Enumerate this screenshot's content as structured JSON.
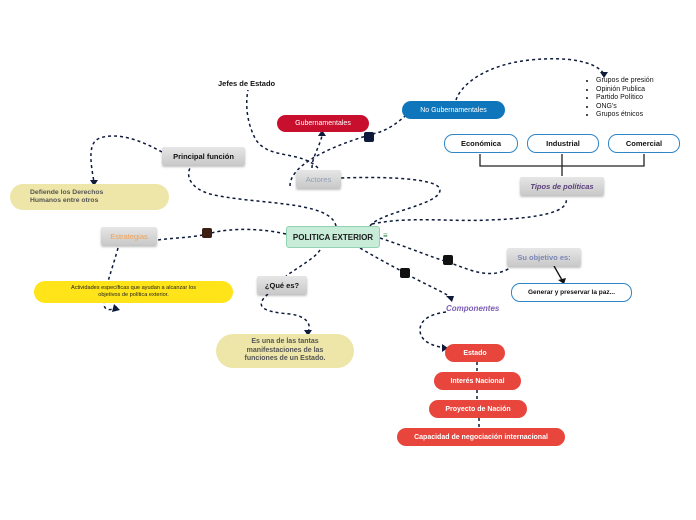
{
  "central": {
    "label": "POLITICA EXTERIOR",
    "note_icon": "≡"
  },
  "actores": {
    "label": "Actores",
    "jefes": "Jefes de Estado",
    "gubernamentales": "Gubernamentales",
    "no_gubernamentales": "No Gubernamentales",
    "ngo_list": [
      "Grupos de presión",
      "Opinión Publica",
      "Partido Político",
      "ONG's",
      "Grupos étnicos"
    ]
  },
  "tipos": {
    "label": "Tipos de políticas",
    "items": [
      "Económica",
      "Industrial",
      "Comercial"
    ]
  },
  "objetivo": {
    "label": "Su objetivo es:",
    "text": "Generar y preservar la paz..."
  },
  "componentes": {
    "label": "Componentes",
    "items": [
      "Estado",
      "Interés Nacional",
      "Proyecto de Nación",
      "Capacidad de negociación internacional"
    ]
  },
  "que_es": {
    "label": "¿Qué es?",
    "text": "Es una de las tantas manifestaciones de las funciones de un Estado."
  },
  "estrategias": {
    "label": "Estrategias",
    "text": "Actividades específicas que ayudan a alcanzar los objetivos de política exterior."
  },
  "principal": {
    "label": "Principal función",
    "text": "Defiende los Derechos Humanos entre otros"
  },
  "colors": {
    "central_bg": "#c9ecd9",
    "central_border": "#8fd3b0",
    "gubernamentales": "#c8102e",
    "no_gubernamentales": "#0f76bc",
    "outline": "#2f86c6",
    "componente": "#e8453c",
    "yellow": "#ffe41a",
    "beige": "#ede6a8",
    "estrategias_text": "#f3a04f",
    "actores_text": "#8e9fb8",
    "objetivo_text": "#7c87b8",
    "componentes_text": "#7a5bb5",
    "tipos_text": "#5a3d7a"
  }
}
